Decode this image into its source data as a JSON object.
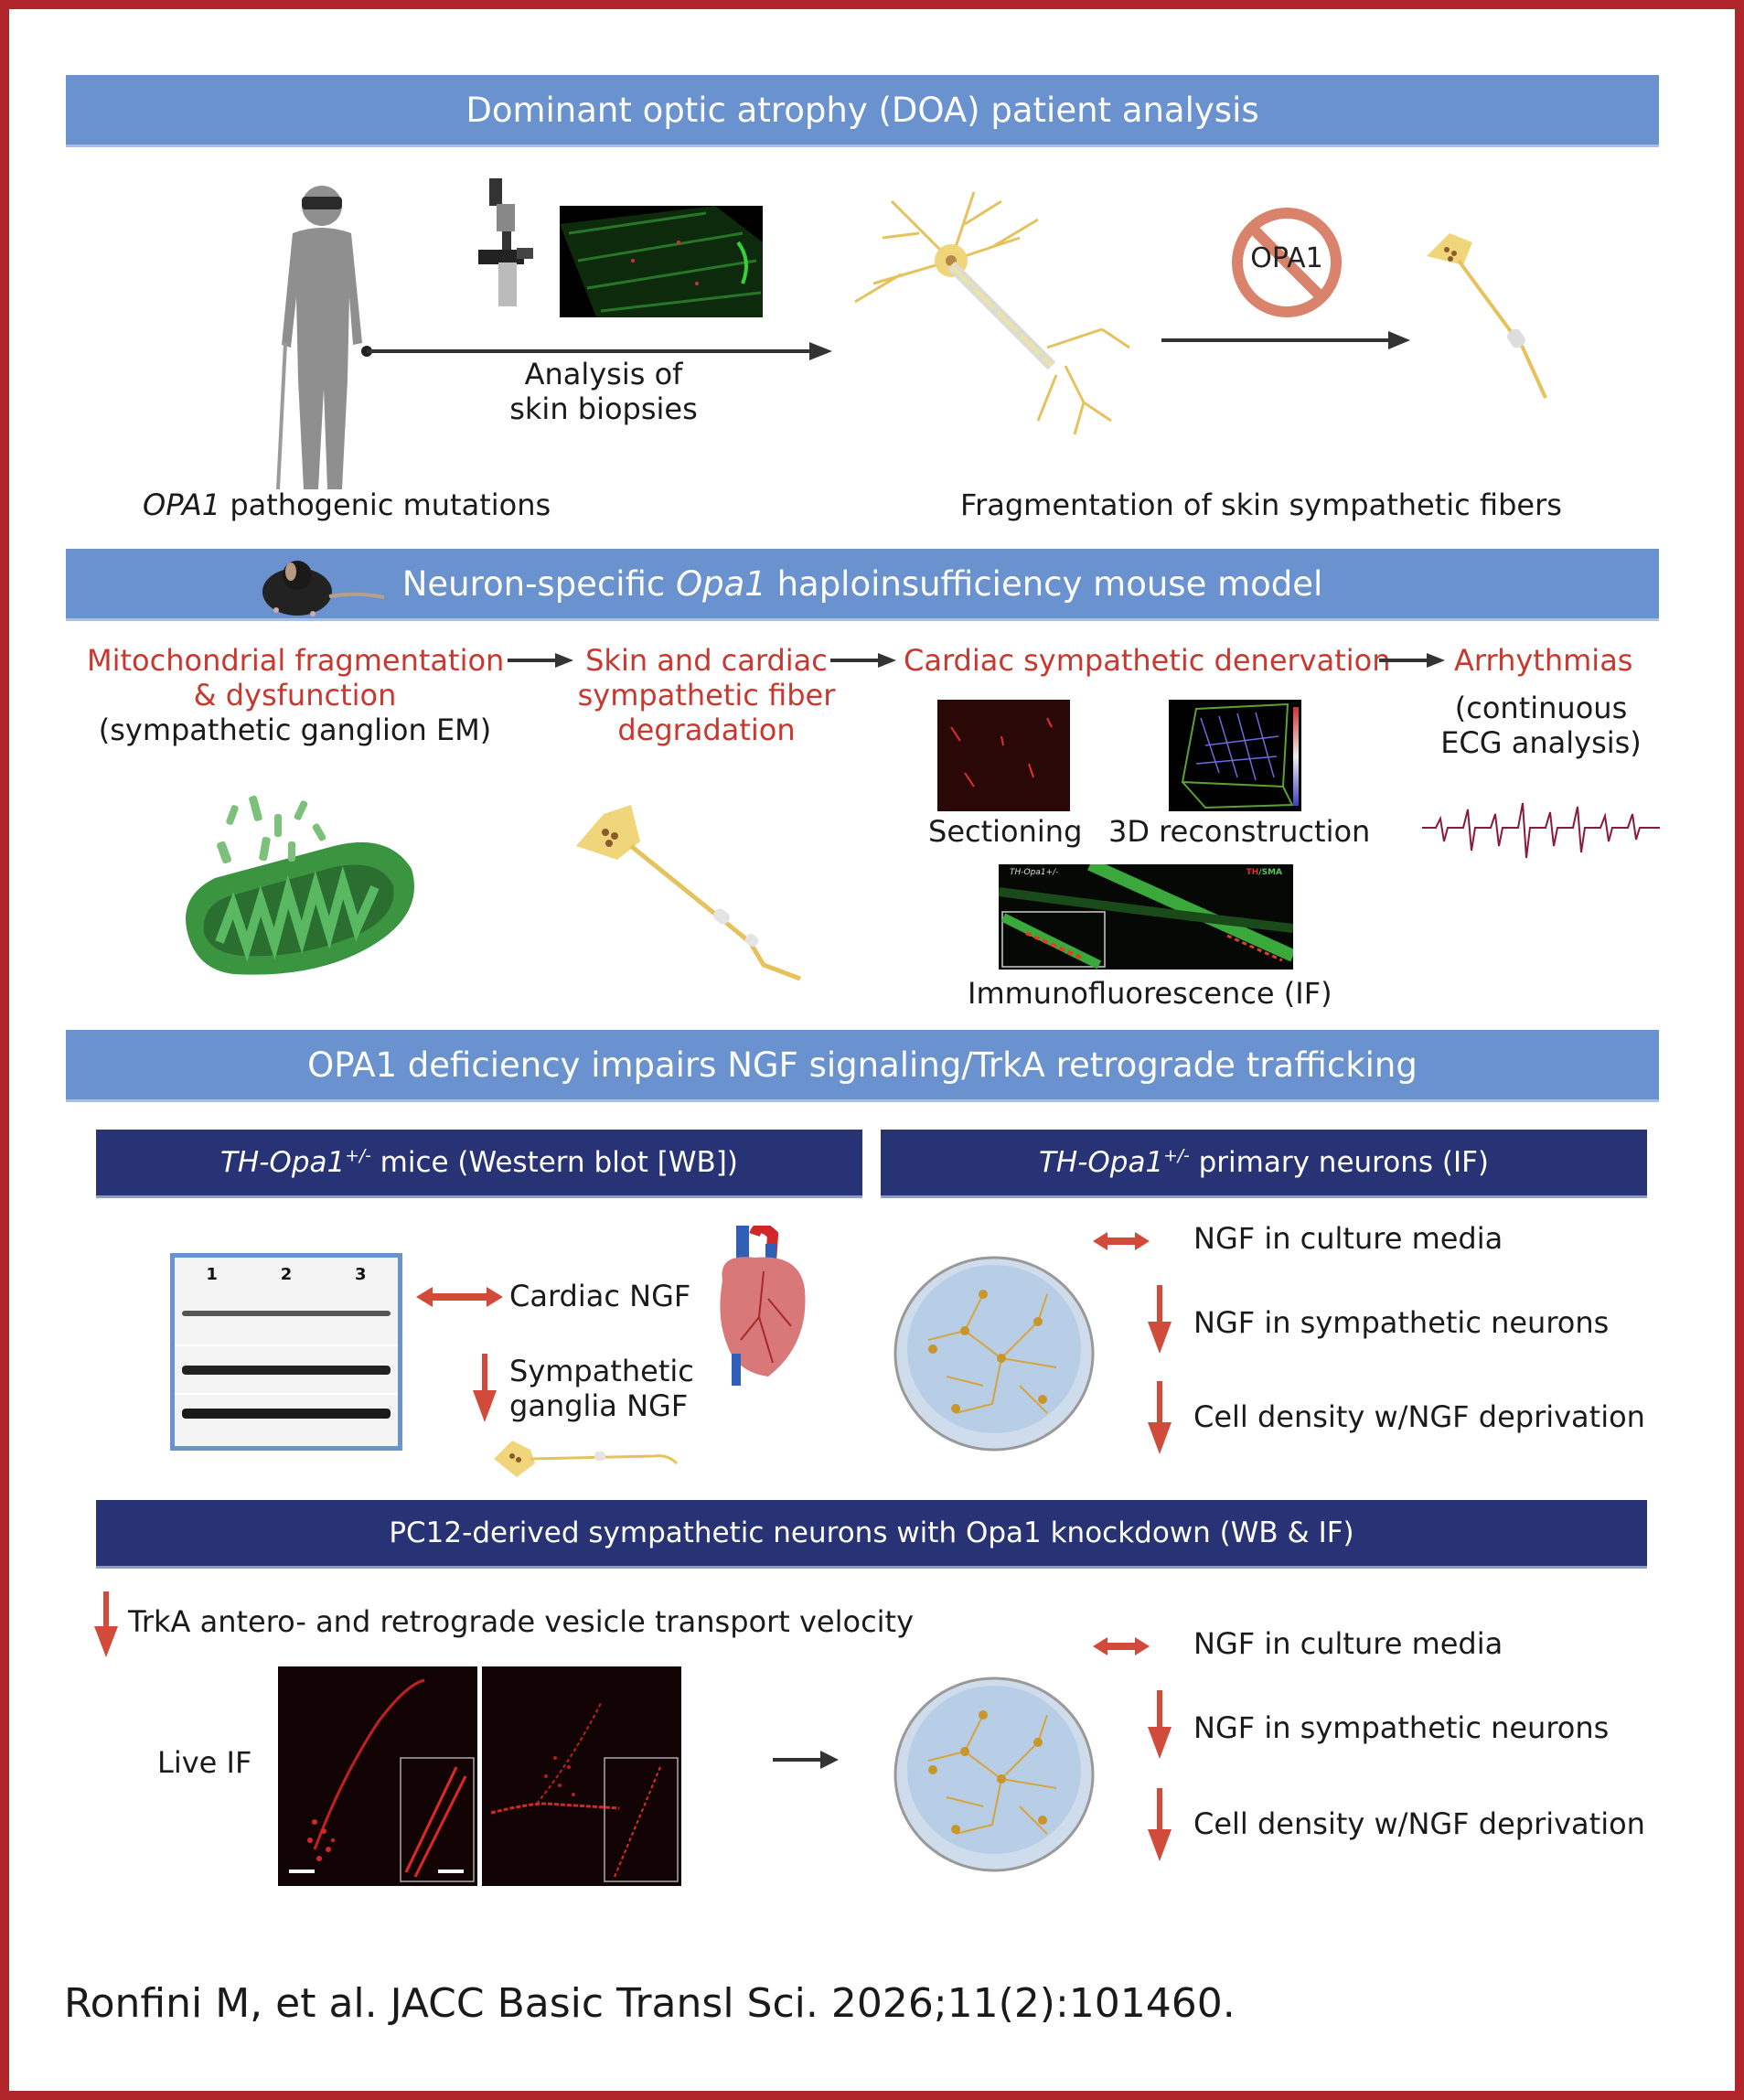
{
  "colors": {
    "border": "#b0262a",
    "section_header": "#6a92ce",
    "subsection_header": "#283375",
    "emphasis_red": "#c8382f",
    "arrow_red": "#d14a3a"
  },
  "section1": {
    "title": "Dominant optic atrophy (DOA) patient analysis",
    "biopsy_label_line1": "Analysis of",
    "biopsy_label_line2": "skin biopsies",
    "opa1_badge": "OPA1",
    "patient_caption_gene": "OPA1",
    "patient_caption_rest": " pathogenic mutations",
    "fragmentation_caption": "Fragmentation of skin sympathetic fibers"
  },
  "section2": {
    "title_pre": "Neuron-specific ",
    "title_gene": "Opa1",
    "title_post": " haploinsufficiency mouse model",
    "step1_line1": "Mitochondrial fragmentation",
    "step1_line2": "& dysfunction",
    "step1_line3": "(sympathetic ganglion EM)",
    "step2_line1": "Skin and cardiac",
    "step2_line2": "sympathetic fiber",
    "step2_line3": "degradation",
    "step3": "Cardiac sympathetic denervation",
    "step4": "Arrhythmias",
    "step4_sub1": "(continuous",
    "step4_sub2": "ECG analysis)",
    "sectioning_label": "Sectioning",
    "reconstruction_label": "3D reconstruction",
    "if_label": "Immunofluorescence (IF)",
    "if_image_left": "TH-Opa1+/-",
    "if_image_right_th": "TH",
    "if_image_right_sma": "/SMA"
  },
  "section3": {
    "title": "OPA1 deficiency impairs NGF signaling/TrkA retrograde trafficking",
    "mice_header_gene": "TH-Opa1",
    "mice_header_sup": "+/-",
    "mice_header_rest": " mice (Western blot [WB])",
    "neurons_header_gene": "TH-Opa1",
    "neurons_header_sup": "+/-",
    "neurons_header_rest": " primary neurons (IF)",
    "wb_lanes": [
      "1",
      "2",
      "3"
    ],
    "cardiac_ngf": "Cardiac NGF",
    "ganglia_ngf_line1": "Sympathetic",
    "ganglia_ngf_line2": "ganglia NGF",
    "primary_findings": [
      {
        "direction": "unchanged",
        "label": "NGF in culture media"
      },
      {
        "direction": "decreased",
        "label": "NGF in sympathetic neurons"
      },
      {
        "direction": "decreased",
        "label": "Cell density w/NGF deprivation"
      }
    ],
    "pc12_header": "PC12-derived sympathetic neurons with Opa1 knockdown (WB & IF)",
    "trka_label": "TrkA antero- and retrograde vesicle transport velocity",
    "live_if_label": "Live IF",
    "pc12_findings": [
      {
        "direction": "unchanged",
        "label": "NGF in culture media"
      },
      {
        "direction": "decreased",
        "label": "NGF in sympathetic neurons"
      },
      {
        "direction": "decreased",
        "label": "Cell density w/NGF deprivation"
      }
    ]
  },
  "citation": "Ronfini M, et al. JACC Basic Transl Sci. 2026;11(2):101460."
}
